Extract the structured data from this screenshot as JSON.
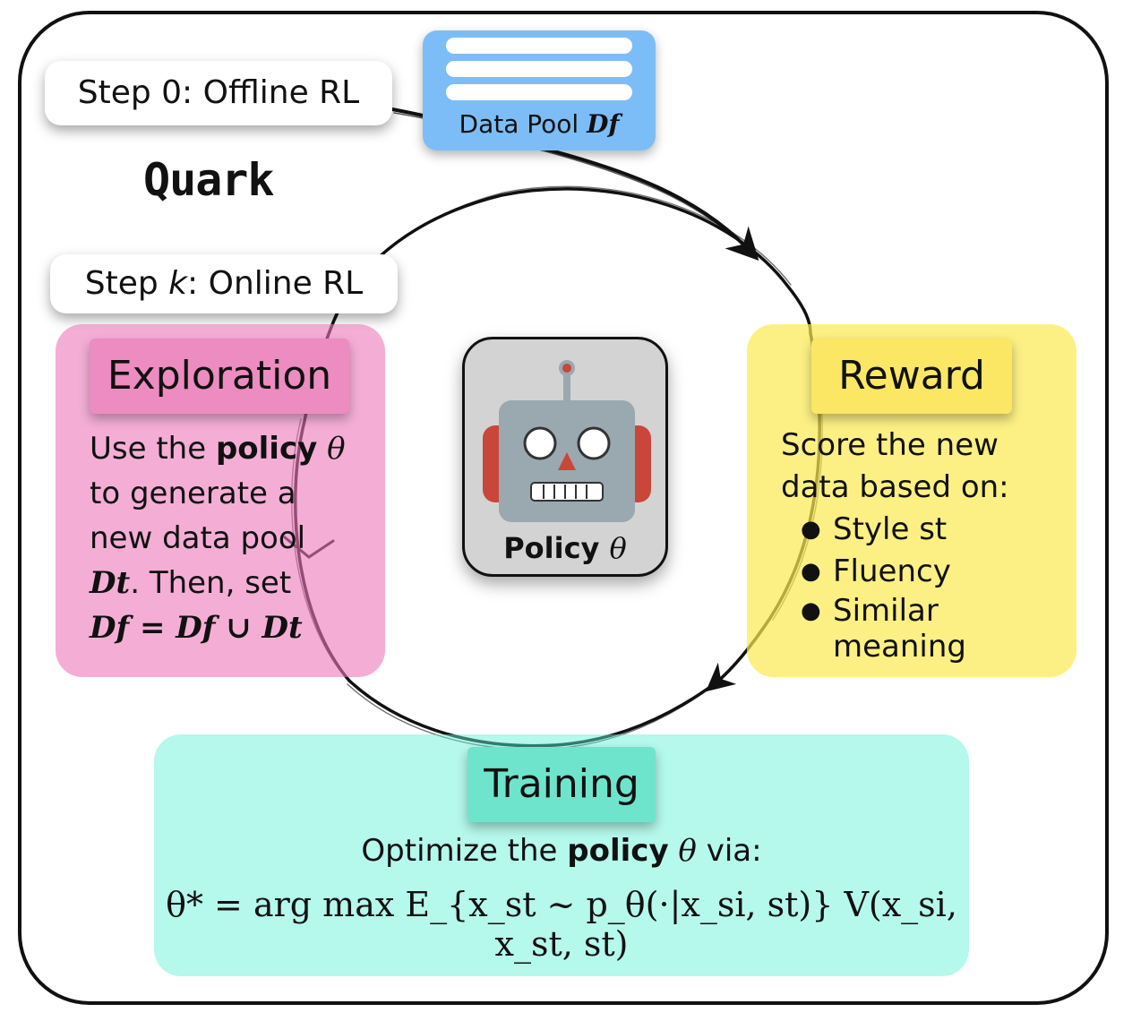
{
  "title": "Quark",
  "steps": {
    "step0": "Step 0: Offline RL",
    "stepk_prefix": "Step ",
    "stepk_var": "k",
    "stepk_suffix": ": Online RL"
  },
  "data_pool": {
    "label": "Data Pool ",
    "symbol": "Df"
  },
  "policy": {
    "label": "Policy ",
    "symbol": "θ"
  },
  "exploration": {
    "heading": "Exploration",
    "line1_a": "Use the ",
    "line1_b": "policy",
    "line1_c": " θ",
    "line2": "to generate a",
    "line3": "new data pool",
    "line4_sym": "Dt",
    "line4_rest": ". Then, set",
    "line5": "Df = Df ∪ Dt"
  },
  "reward": {
    "heading": "Reward",
    "line1": "Score the new",
    "line2": "data based on:",
    "items": [
      "Style st",
      "Fluency",
      "Similar meaning"
    ]
  },
  "training": {
    "heading": "Training",
    "line_a": "Optimize the ",
    "line_b": "policy",
    "line_c": " θ",
    "line_d": " via:",
    "formula": "θ* = arg max E_{x_st ~ p_θ(·|x_si, st)} V(x_si, x_st, st)"
  },
  "colors": {
    "exploration": "#ec8cc0",
    "reward": "#fbe763",
    "training": "#6fe4cc",
    "data_pool": "#7cbdf7",
    "robot_face": "#9aa8b0",
    "robot_ears": "#c9463b"
  }
}
